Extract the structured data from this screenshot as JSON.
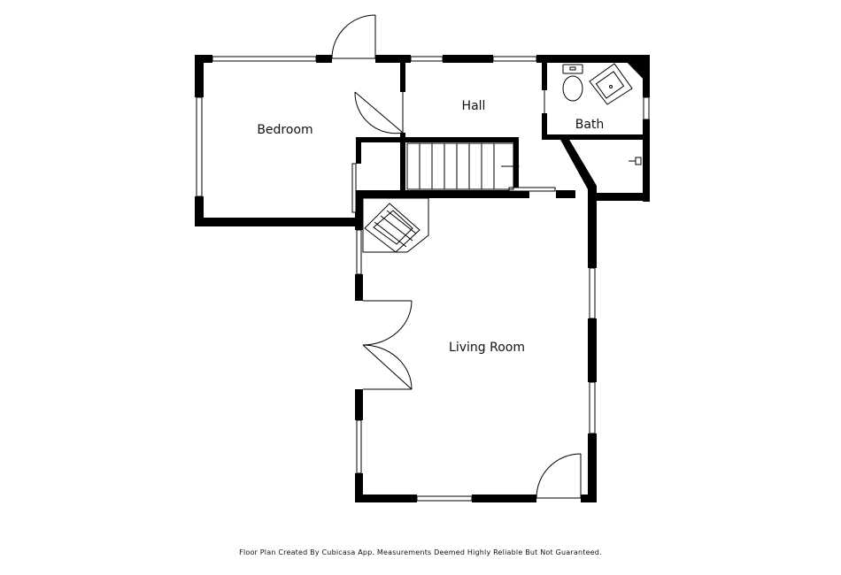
{
  "rooms": {
    "bedroom": "Bedroom",
    "hall": "Hall",
    "bath": "Bath",
    "living_room": "Living Room"
  },
  "footer": "Floor Plan Created By Cubicasa App. Measurements Deemed Highly Reliable But Not Guaranteed."
}
